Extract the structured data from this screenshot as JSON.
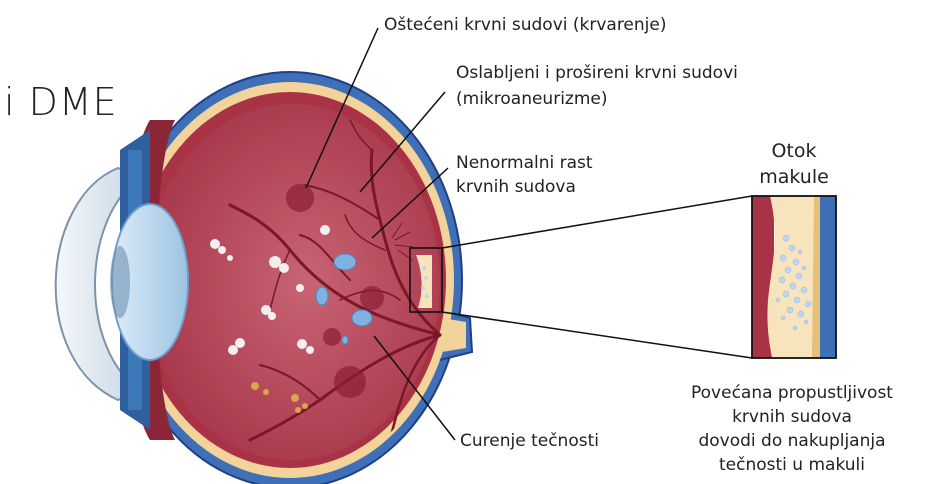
{
  "title": "i DME",
  "labels": {
    "damaged_vessels": "Oštećeni krvni sudovi (krvarenje)",
    "weakened_line1": "Oslabljeni i prošireni krvni sudovi",
    "weakened_line2": "(mikroaneurizme)",
    "abnormal_line1": "Nenormalni rast",
    "abnormal_line2": "krvnih sudova",
    "edema_line1": "Otok",
    "edema_line2": "makule",
    "leak": "Curenje tečnosti",
    "perm_line1": "Povećana propustljivost",
    "perm_line2": "krvnih sudova",
    "perm_line3": "dovodi do nakupljanja",
    "perm_line4": "tečnosti u makuli"
  },
  "colors": {
    "sclera_blue": "#3f6fb6",
    "retina_red": "#b23a52",
    "choroid_tan": "#f2d49a",
    "vitreous": "#c05a6b"
  }
}
